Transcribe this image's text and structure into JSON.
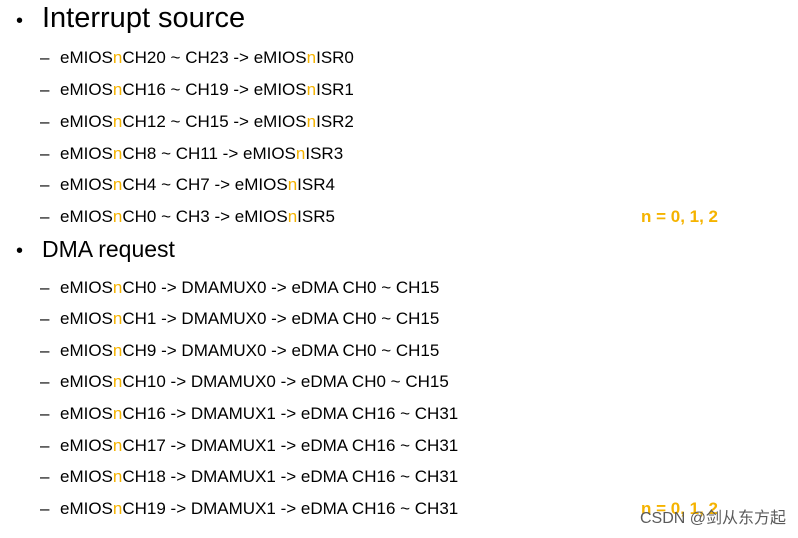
{
  "sections": [
    {
      "title": "Interrupt source",
      "lines": [
        {
          "pre": "eMIOS",
          "n": "n",
          "post1": " CH20 ~ CH23 -> eMIOS",
          "n2": "n",
          "post2": " ISR0"
        },
        {
          "pre": "eMIOS",
          "n": "n",
          "post1": " CH16 ~ CH19 -> eMIOS",
          "n2": "n",
          "post2": " ISR1"
        },
        {
          "pre": "eMIOS",
          "n": "n",
          "post1": " CH12 ~ CH15 -> eMIOS",
          "n2": "n",
          "post2": " ISR2"
        },
        {
          "pre": "eMIOS",
          "n": "n",
          "post1": " CH8 ~ CH11 -> eMIOS",
          "n2": "n",
          "post2": " ISR3"
        },
        {
          "pre": "eMIOS",
          "n": "n",
          "post1": " CH4 ~ CH7 -> eMIOS",
          "n2": "n",
          "post2": " ISR4"
        },
        {
          "pre": "eMIOS",
          "n": "n",
          "post1": " CH0 ~ CH3 -> eMIOS",
          "n2": "n",
          "post2": " ISR5"
        }
      ],
      "note": "n = 0, 1, 2"
    },
    {
      "title": "DMA request",
      "lines": [
        {
          "pre": "eMIOS",
          "n": "n",
          "post": " CH0 -> DMAMUX0 -> eDMA CH0 ~ CH15"
        },
        {
          "pre": "eMIOS",
          "n": "n",
          "post": " CH1 -> DMAMUX0 -> eDMA CH0 ~ CH15"
        },
        {
          "pre": "eMIOS",
          "n": "n",
          "post": " CH9 -> DMAMUX0 -> eDMA CH0 ~ CH15"
        },
        {
          "pre": "eMIOS",
          "n": "n",
          "post": " CH10 -> DMAMUX0 -> eDMA CH0 ~ CH15"
        },
        {
          "pre": "eMIOS",
          "n": "n",
          "post": " CH16 -> DMAMUX1 -> eDMA CH16 ~ CH31"
        },
        {
          "pre": "eMIOS",
          "n": "n",
          "post": " CH17 -> DMAMUX1 -> eDMA CH16 ~ CH31"
        },
        {
          "pre": "eMIOS",
          "n": "n",
          "post": " CH18 -> DMAMUX1 -> eDMA CH16 ~ CH31"
        },
        {
          "pre": "eMIOS",
          "n": "n",
          "post": " CH19 -> DMAMUX1 -> eDMA CH16 ~ CH31"
        }
      ],
      "note": "n = 0, 1, 2"
    }
  ],
  "bullet": "•",
  "dash": "–",
  "watermark": "CSDN @剑从东方起",
  "colors": {
    "accent": "#f5b300",
    "text": "#000000"
  }
}
